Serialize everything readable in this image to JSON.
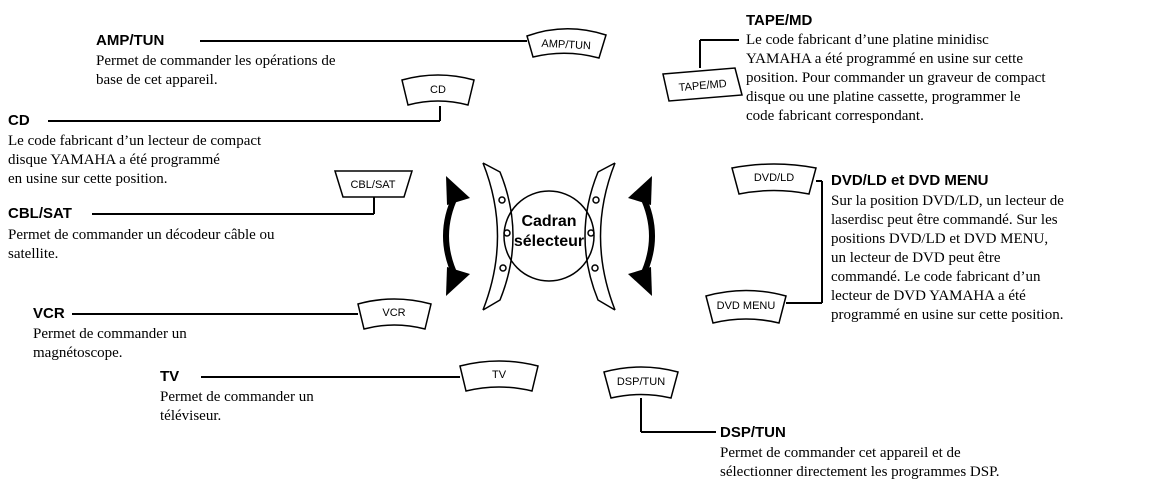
{
  "center": {
    "line1": "Cadran",
    "line2": "sélecteur"
  },
  "buttons": {
    "amp_tun": "AMP/TUN",
    "cd": "CD",
    "cbl_sat": "CBL/SAT",
    "vcr": "VCR",
    "tv": "TV",
    "tape_md": "TAPE/MD",
    "dvd_ld": "DVD/LD",
    "dvd_menu": "DVD MENU",
    "dsp_tun": "DSP/TUN"
  },
  "callouts": {
    "amp_tun": {
      "title": "AMP/TUN",
      "lines": [
        "Permet de commander les opérations de",
        "base de cet appareil."
      ]
    },
    "cd": {
      "title": "CD",
      "lines": [
        "Le code fabricant d’un lecteur de compact",
        "disque YAMAHA a été programmé",
        "en usine sur cette position."
      ]
    },
    "cbl_sat": {
      "title": "CBL/SAT",
      "lines": [
        "Permet de commander un décodeur câble ou",
        "satellite."
      ]
    },
    "vcr": {
      "title": "VCR",
      "lines": [
        "Permet de commander un",
        "magnétoscope."
      ]
    },
    "tv": {
      "title": "TV",
      "lines": [
        "Permet de commander un",
        "téléviseur."
      ]
    },
    "tape_md": {
      "title": "TAPE/MD",
      "lines": [
        "Le code fabricant d’une platine minidisc",
        "YAMAHA a été programmé en usine sur cette",
        "position. Pour commander un graveur de compact",
        "disque ou une platine cassette, programmer le",
        "code fabricant correspondant."
      ]
    },
    "dvd": {
      "title": "DVD/LD et DVD MENU",
      "lines": [
        "Sur la position DVD/LD, un lecteur de",
        "laserdisc peut être commandé. Sur les",
        "positions DVD/LD et DVD MENU,",
        "un lecteur de DVD peut être",
        "commandé. Le code fabricant d’un",
        "lecteur de DVD YAMAHA a été",
        "programmé en usine sur cette position."
      ]
    },
    "dsp_tun": {
      "title": "DSP/TUN",
      "lines": [
        "Permet de commander cet appareil et de",
        "sélectionner directement les programmes DSP."
      ]
    }
  }
}
